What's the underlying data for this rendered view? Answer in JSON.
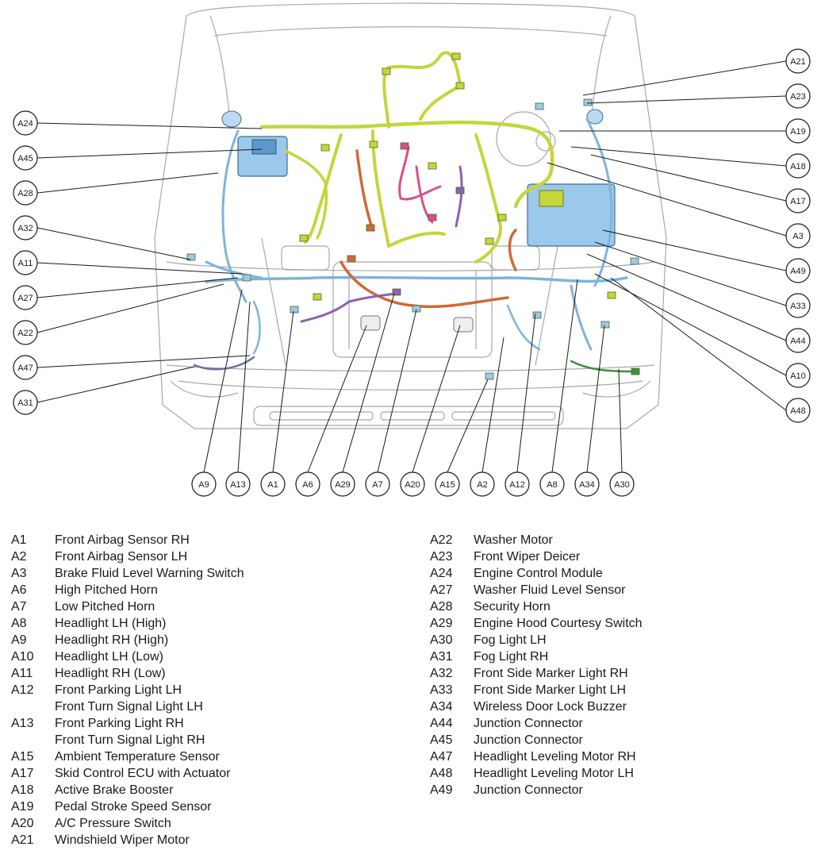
{
  "colors": {
    "harness_main": "#c5d53a",
    "harness_blue": "#7fb3dc",
    "harness_orange": "#cf6a35",
    "harness_pink": "#d6508a",
    "harness_purple": "#8e60b0",
    "harness_green": "#3f8f3a",
    "component_blue": "#9cc8ea",
    "outline": "#9a9a9a",
    "text": "#1a1a1a"
  },
  "callouts": {
    "left": [
      "A24",
      "A45",
      "A28",
      "A32",
      "A11",
      "A27",
      "A22",
      "A47",
      "A31"
    ],
    "right": [
      "A21",
      "A23",
      "A19",
      "A18",
      "A17",
      "A3",
      "A49",
      "A33",
      "A44",
      "A10",
      "A48"
    ],
    "bottom": [
      "A9",
      "A13",
      "A1",
      "A6",
      "A29",
      "A7",
      "A20",
      "A15",
      "A2",
      "A12",
      "A8",
      "A34",
      "A30"
    ]
  },
  "legend": {
    "left": [
      {
        "code": "A1",
        "name": "Front Airbag Sensor RH"
      },
      {
        "code": "A2",
        "name": "Front Airbag Sensor LH"
      },
      {
        "code": "A3",
        "name": "Brake Fluid Level Warning Switch"
      },
      {
        "code": "A6",
        "name": "High Pitched Horn"
      },
      {
        "code": "A7",
        "name": "Low Pitched Horn"
      },
      {
        "code": "A8",
        "name": "Headlight LH (High)"
      },
      {
        "code": "A9",
        "name": "Headlight RH (High)"
      },
      {
        "code": "A10",
        "name": "Headlight LH (Low)"
      },
      {
        "code": "A11",
        "name": "Headlight RH (Low)"
      },
      {
        "code": "A12",
        "name": "Front Parking Light LH"
      },
      {
        "code": "",
        "name": "Front Turn Signal Light LH"
      },
      {
        "code": "A13",
        "name": "Front Parking Light RH"
      },
      {
        "code": "",
        "name": "Front Turn Signal Light RH"
      },
      {
        "code": "A15",
        "name": "Ambient Temperature Sensor"
      },
      {
        "code": "A17",
        "name": "Skid Control ECU with Actuator"
      },
      {
        "code": "A18",
        "name": "Active Brake Booster"
      },
      {
        "code": "A19",
        "name": "Pedal Stroke Speed Sensor"
      },
      {
        "code": "A20",
        "name": "A/C Pressure Switch"
      },
      {
        "code": "A21",
        "name": "Windshield Wiper Motor"
      }
    ],
    "right": [
      {
        "code": "A22",
        "name": "Washer Motor"
      },
      {
        "code": "A23",
        "name": "Front Wiper Deicer"
      },
      {
        "code": "A24",
        "name": "Engine Control Module"
      },
      {
        "code": "A27",
        "name": "Washer Fluid Level Sensor"
      },
      {
        "code": "A28",
        "name": "Security Horn"
      },
      {
        "code": "A29",
        "name": "Engine Hood Courtesy Switch"
      },
      {
        "code": "A30",
        "name": "Fog Light LH"
      },
      {
        "code": "A31",
        "name": "Fog Light RH"
      },
      {
        "code": "A32",
        "name": "Front Side Marker Light RH"
      },
      {
        "code": "A33",
        "name": "Front Side Marker Light LH"
      },
      {
        "code": "A34",
        "name": "Wireless Door Lock Buzzer"
      },
      {
        "code": "A44",
        "name": "Junction Connector"
      },
      {
        "code": "A45",
        "name": "Junction Connector"
      },
      {
        "code": "A47",
        "name": "Headlight Leveling Motor RH"
      },
      {
        "code": "A48",
        "name": "Headlight Leveling Motor LH"
      },
      {
        "code": "A49",
        "name": "Junction Connector"
      }
    ]
  }
}
